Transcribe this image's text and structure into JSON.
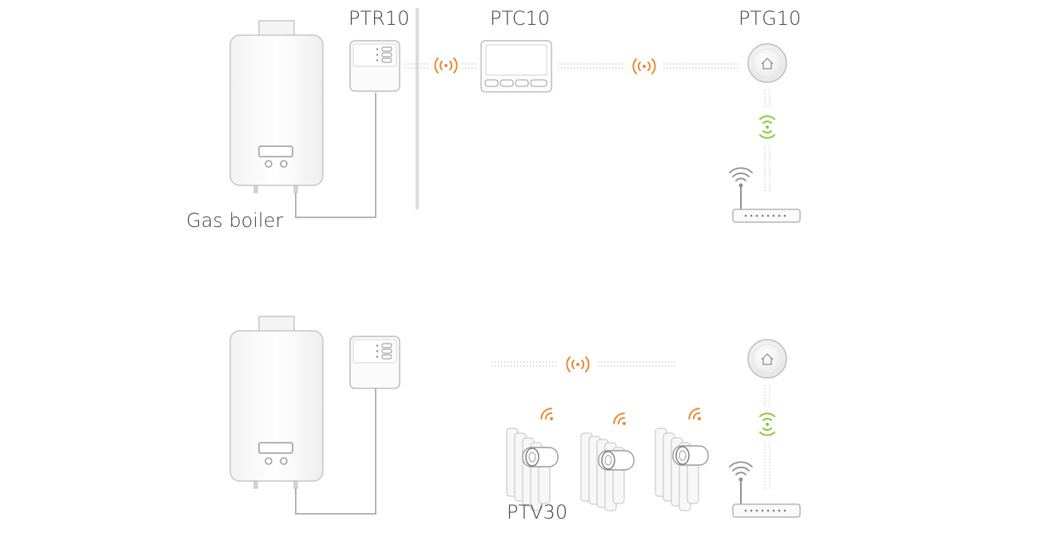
{
  "labels": {
    "ptr10": "PTR10",
    "ptc10": "PTC10",
    "ptg10": "PTG10",
    "gas_boiler": "Gas boiler",
    "ptv30": "PTV30"
  },
  "colors": {
    "line": "#c8c8c8",
    "outline": "#bdbdbd",
    "wireless_orange": "#e8892e",
    "wireless_green": "#8cc63e",
    "text": "#404040"
  },
  "icons": [
    "gas-boiler-icon",
    "receiver-icon",
    "thermostat-icon",
    "gateway-icon",
    "router-icon",
    "radiator-valve-icon",
    "wireless-signal-icon"
  ]
}
